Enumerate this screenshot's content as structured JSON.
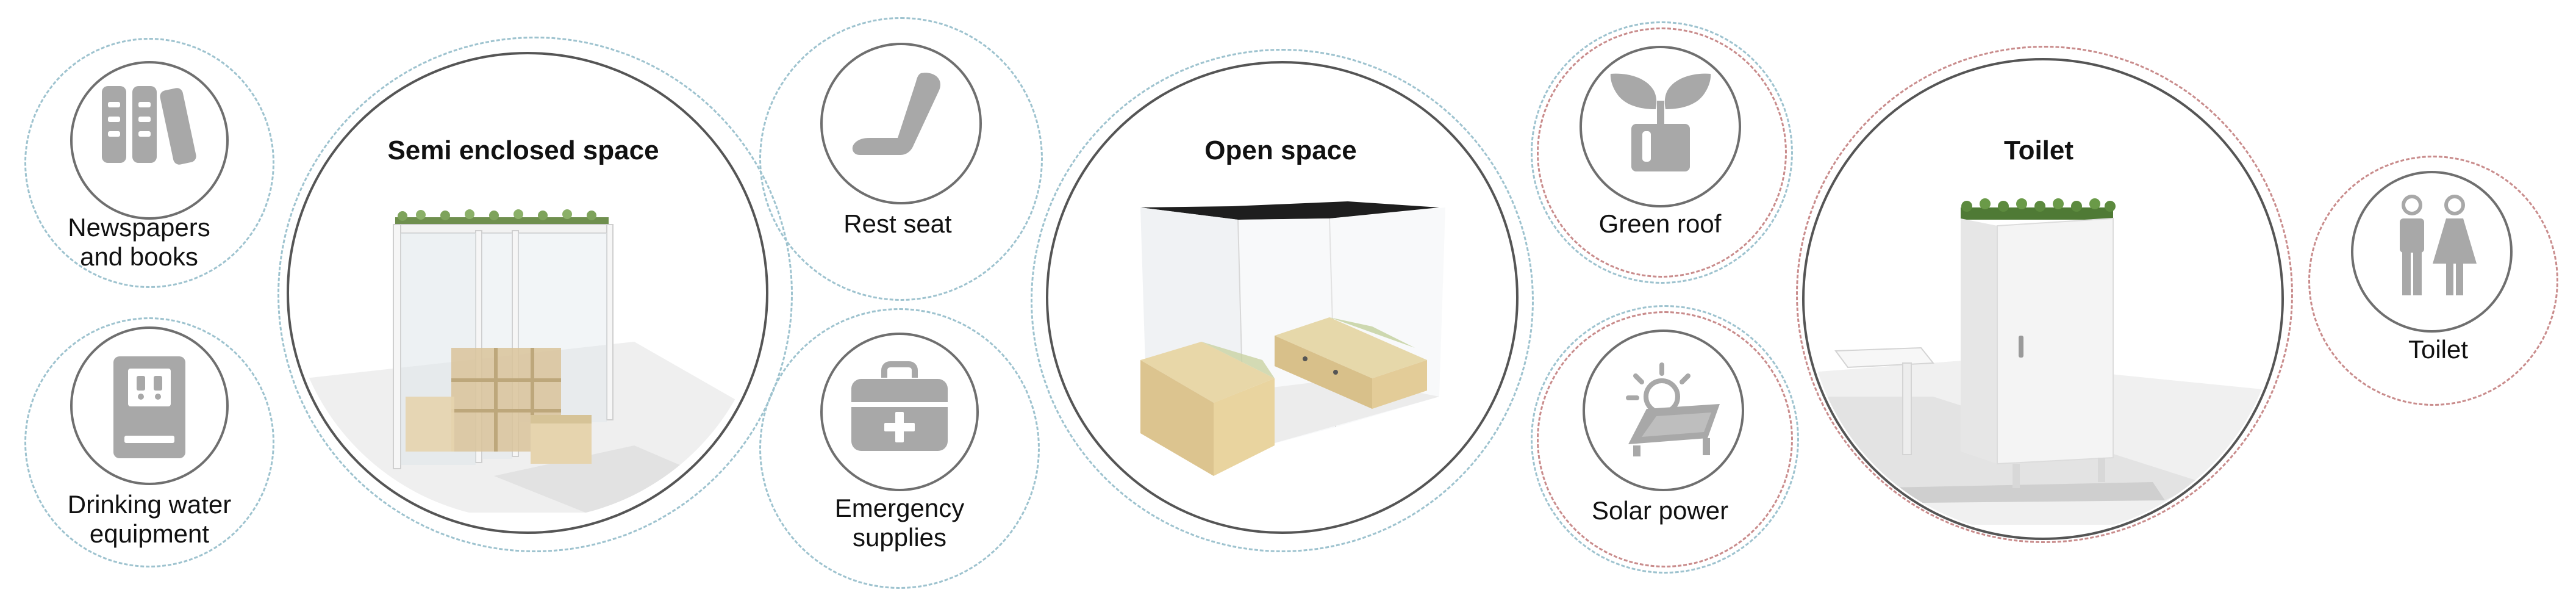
{
  "features": {
    "newspapers": {
      "line1": "Newspapers",
      "line2": "and books",
      "icon": "books-icon"
    },
    "drinking_water": {
      "line1": "Drinking water",
      "line2": "equipment",
      "icon": "water-dispenser-icon"
    },
    "rest_seat": {
      "label": "Rest seat",
      "icon": "seat-icon"
    },
    "emergency": {
      "line1": "Emergency",
      "line2": "supplies",
      "icon": "first-aid-kit-icon"
    },
    "green_roof": {
      "label": "Green roof",
      "icon": "plant-pot-icon"
    },
    "solar": {
      "label": "Solar power",
      "icon": "solar-panel-icon"
    },
    "toilet_small": {
      "label": "Toilet",
      "icon": "restroom-icon"
    }
  },
  "spaces": {
    "semi": {
      "title": "Semi enclosed space"
    },
    "open": {
      "title": "Open space"
    },
    "toilet": {
      "title": "Toilet"
    }
  },
  "colors": {
    "icon_gray": "#a8a8a8",
    "dash_blue": "#9ec3cf",
    "dash_red": "#c98c8c"
  }
}
